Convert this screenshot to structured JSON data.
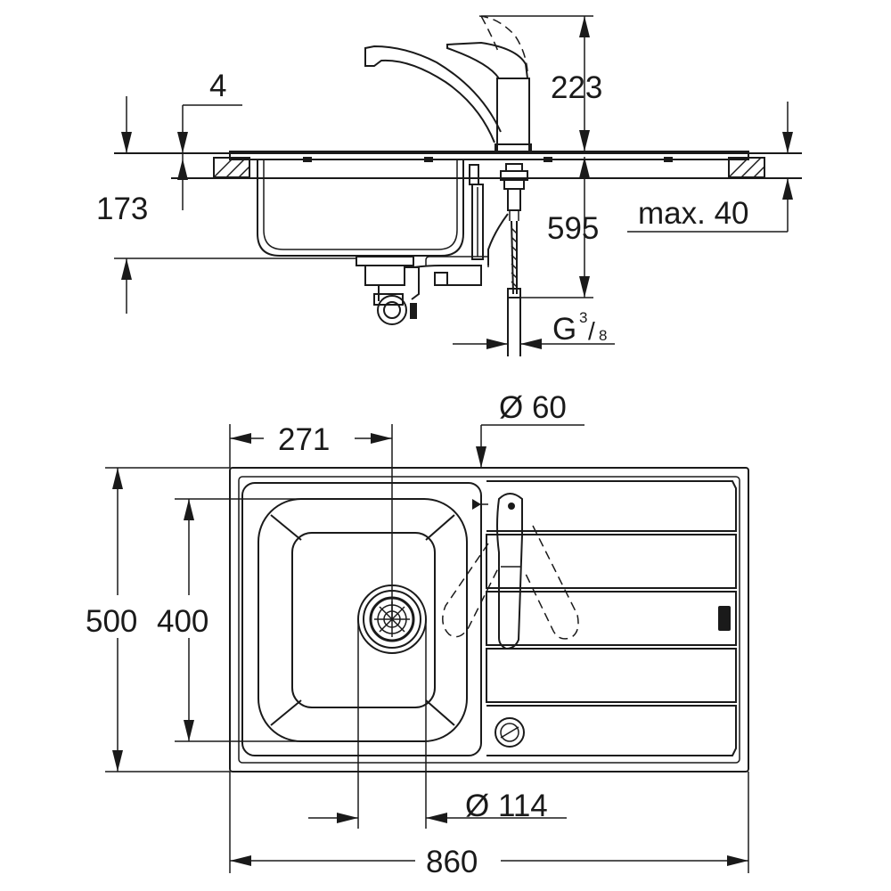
{
  "side_view": {
    "faucet_height": "223",
    "deck_thickness": "4",
    "bowl_depth": "173",
    "under_sink_height": "595",
    "max_worktop_thickness": "max. 40",
    "thread_main": "G",
    "thread_sup": "3",
    "thread_sub": "8",
    "thread_slash": "/"
  },
  "top_view": {
    "bowl_offset": "271",
    "tap_hole_diameter": "Ø 60",
    "overall_depth": "500",
    "bowl_depth": "400",
    "waste_diameter": "Ø 114",
    "overall_width": "860"
  }
}
